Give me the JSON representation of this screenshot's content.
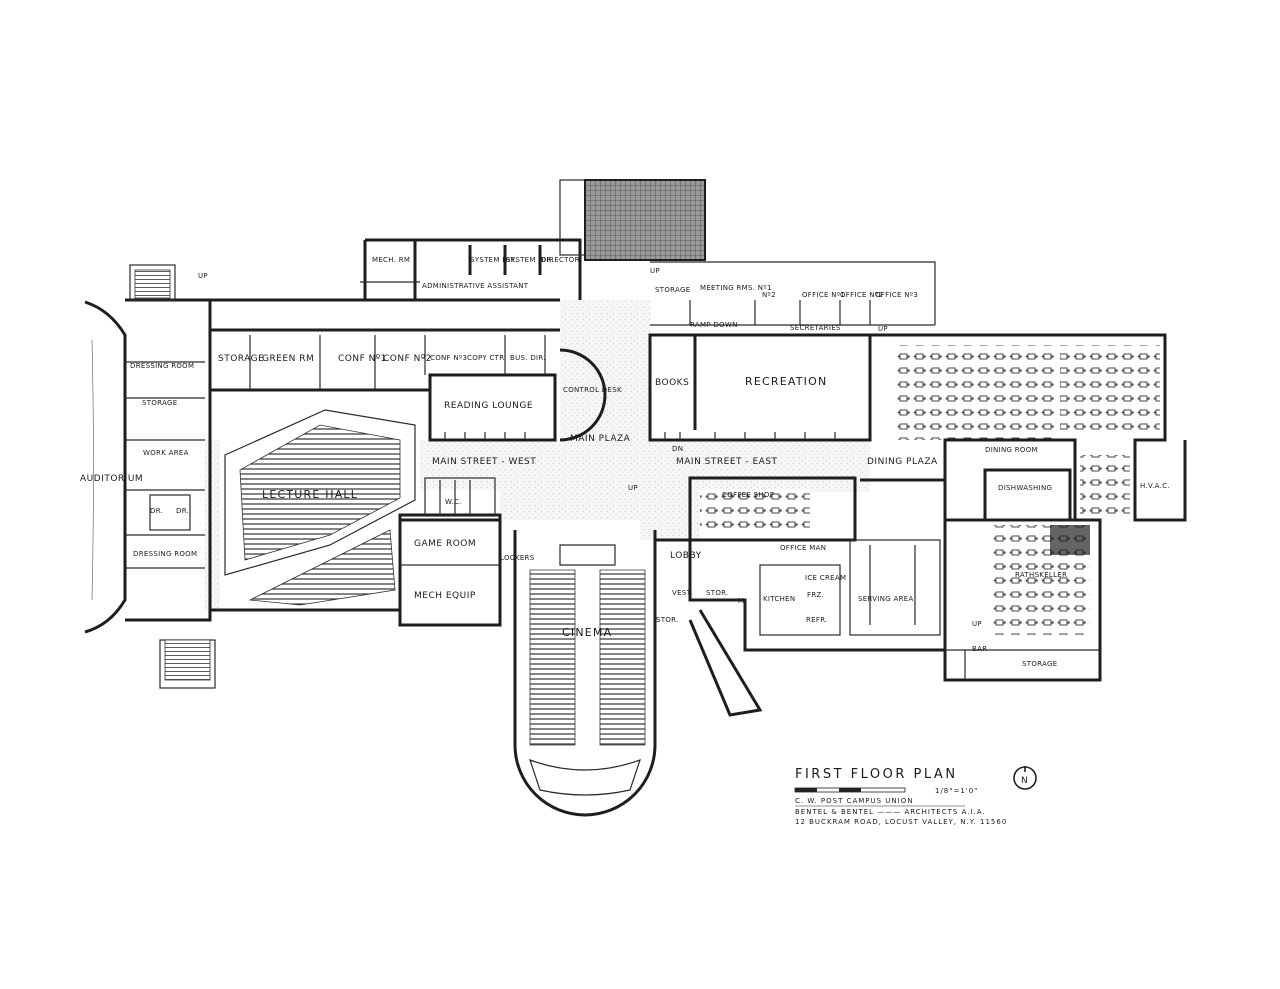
{
  "sheet": {
    "title": "FIRST FLOOR PLAN",
    "scale_note": "1/8\"=1'0\"",
    "project": "C. W. POST CAMPUS UNION",
    "architect": "BENTEL & BENTEL ——— ARCHITECTS A.I.A.",
    "address": "12 BUCKRAM ROAD, LOCUST VALLEY, N.Y. 11560",
    "north_label": "N"
  },
  "rooms": {
    "auditorium": "AUDITORIUM",
    "dressing_room_1": "DRESSING ROOM",
    "storage_west": "STORAGE",
    "work_area": "WORK AREA",
    "dressing_room_2": "DRESSING ROOM",
    "dr_1": "DR.",
    "dr_2": "DR.",
    "storage_green": "STORAGE",
    "green_rm": "GREEN RM",
    "conf_1": "CONF Nº1",
    "conf_2": "CONF Nº2",
    "conf_3": "CONF Nº3",
    "copy_ctr": "COPY CTR.",
    "bus_dir": "BUS. DIR.",
    "mech_rm": "MECH. RM",
    "admin_assistant": "ADMINISTRATIVE ASSISTANT",
    "system_dir_1": "SYSTEM DIR.",
    "system_dir_2": "SYSTEM DIR.",
    "director": "DIRECTOR",
    "reading_lounge": "READING LOUNGE",
    "control_desk": "CONTROL DESK",
    "lecture_hall": "LECTURE HALL",
    "main_street_west": "MAIN STREET - WEST",
    "main_plaza": "MAIN PLAZA",
    "main_street_east": "MAIN STREET - EAST",
    "dining_plaza": "DINING PLAZA",
    "game_room": "GAME ROOM",
    "mech_equip": "MECH EQUIP",
    "lockers": "LOCKERS",
    "wc": "W.C.",
    "cinema": "CINEMA",
    "lobby": "LOBBY",
    "vest": "VEST.",
    "stor_1": "STOR.",
    "stor_2": "STOR.",
    "books": "BOOKS",
    "recreation": "RECREATION",
    "storage_north": "STORAGE",
    "meeting_rm_1": "MEETING RMS. Nº1",
    "no_2": "Nº2",
    "office_1": "OFFICE Nº1",
    "office_2": "OFFICE Nº2",
    "office_3": "OFFICE Nº3",
    "secretaries": "SECRETARIES",
    "ramp_down": "RAMP DOWN",
    "coffee_shop": "COFFEE SHOP",
    "kitchen": "KITCHEN",
    "m_room": "M.",
    "office_man": "OFFICE MAN",
    "ice_cream": "ICE CREAM",
    "frz": "FRZ.",
    "refr": "REFR.",
    "serving_area": "SERVING AREA",
    "dining_room": "DINING ROOM",
    "dishwashing": "DISHWASHING",
    "hvac": "H.V.A.C.",
    "rathskeller": "RATHSKELLER",
    "bar": "BAR",
    "storage_east": "STORAGE",
    "up_1": "UP",
    "up_2": "UP",
    "up_3": "UP",
    "up_4": "UP",
    "up_5": "UP",
    "dn": "DN"
  }
}
